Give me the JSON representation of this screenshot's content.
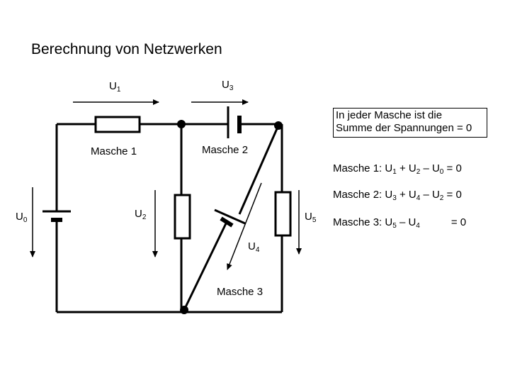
{
  "title": "Berechnung von Netzwerken",
  "note": {
    "line1": "In jeder Masche ist die",
    "line2": "Summe der Spannungen = 0"
  },
  "labels": {
    "u1": {
      "base": "U",
      "sub": "1"
    },
    "u3": {
      "base": "U",
      "sub": "3"
    },
    "u0": {
      "base": "U",
      "sub": "0"
    },
    "u2": {
      "base": "U",
      "sub": "2"
    },
    "u5": {
      "base": "U",
      "sub": "5"
    },
    "u4": {
      "base": "U",
      "sub": "4"
    },
    "masche1": "Masche 1",
    "masche2": "Masche 2",
    "masche3": "Masche 3"
  },
  "equations": {
    "m1": {
      "name": "Masche 1:",
      "t1": "U",
      "s1": "1",
      "t2": " + U",
      "s2": "2",
      "t3": " – U",
      "s3": "0",
      "t4": " = 0"
    },
    "m2": {
      "name": "Masche 2:",
      "t1": "U",
      "s1": "3",
      "t2": " + U",
      "s2": "4",
      "t3": " – U",
      "s3": "2",
      "t4": " = 0"
    },
    "m3": {
      "name": "Masche 3:",
      "t1": "U",
      "s1": "5",
      "t2": " – U",
      "s2": "4",
      "t3": "= 0"
    }
  }
}
